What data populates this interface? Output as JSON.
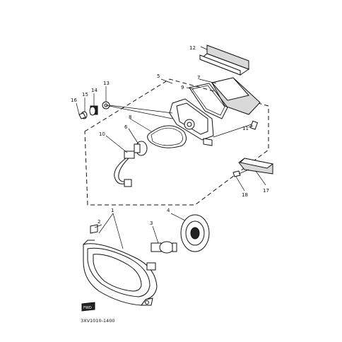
{
  "diagram": {
    "callouts": [
      {
        "id": "p1",
        "text": "1"
      },
      {
        "id": "p2",
        "text": "2"
      },
      {
        "id": "p3",
        "text": "3"
      },
      {
        "id": "p4",
        "text": "4"
      },
      {
        "id": "p5",
        "text": "5"
      },
      {
        "id": "p6",
        "text": "6"
      },
      {
        "id": "p7",
        "text": "7"
      },
      {
        "id": "p8",
        "text": "8"
      },
      {
        "id": "p9",
        "text": "9"
      },
      {
        "id": "p10",
        "text": "10"
      },
      {
        "id": "p11",
        "text": "11"
      },
      {
        "id": "p12",
        "text": "12"
      },
      {
        "id": "p13",
        "text": "13"
      },
      {
        "id": "p14",
        "text": "14"
      },
      {
        "id": "p15",
        "text": "15"
      },
      {
        "id": "p16",
        "text": "16"
      },
      {
        "id": "p17",
        "text": "17"
      },
      {
        "id": "p18",
        "text": "18"
      }
    ],
    "drawing_code": "3XV1010-1400",
    "front_badge": "FWD"
  }
}
